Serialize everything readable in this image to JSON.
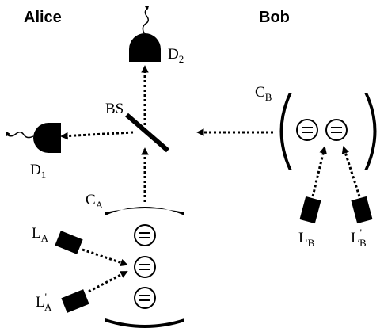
{
  "parties": {
    "alice": "Alice",
    "bob": "Bob"
  },
  "labels": {
    "detector1": {
      "base": "D",
      "sub": "1"
    },
    "detector2": {
      "base": "D",
      "sub": "2"
    },
    "beamsplitter": "BS",
    "cavityA": {
      "base": "C",
      "sub": "A"
    },
    "cavityB": {
      "base": "C",
      "sub": "B"
    },
    "laserA": {
      "base": "L",
      "sub": "A"
    },
    "laserAprime": {
      "base": "L",
      "prime": "'",
      "sub": "A"
    },
    "laserB": {
      "base": "L",
      "sub": "B"
    },
    "laserBprime": {
      "base": "L",
      "prime": "'",
      "sub": "B"
    }
  },
  "colors": {
    "ink": "#000000",
    "background": "#ffffff"
  },
  "icons": [
    "detector-icon",
    "laser-icon",
    "atom-icon",
    "beamsplitter-icon",
    "mirror-icon",
    "photon-icon"
  ]
}
